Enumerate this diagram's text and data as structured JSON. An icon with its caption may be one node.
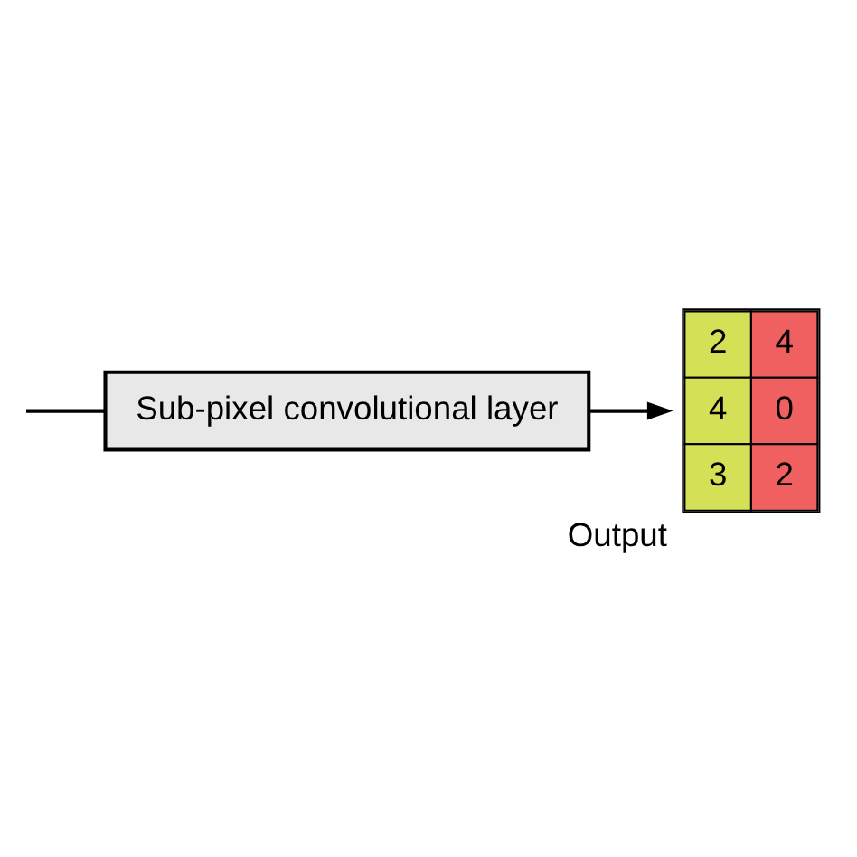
{
  "diagram": {
    "nodes": [
      {
        "text": [
          "Sub-pixel convolutional layer"
        ]
      },
      {
        "text": [
          "2",
          "4",
          "4",
          "0",
          "3",
          "2"
        ],
        "beside": [
          "Output"
        ]
      }
    ],
    "edges": [
      {
        "from": null,
        "to": 0,
        "arrow": "none"
      },
      {
        "from": 0,
        "to": 1,
        "arrow": "to"
      }
    ]
  }
}
